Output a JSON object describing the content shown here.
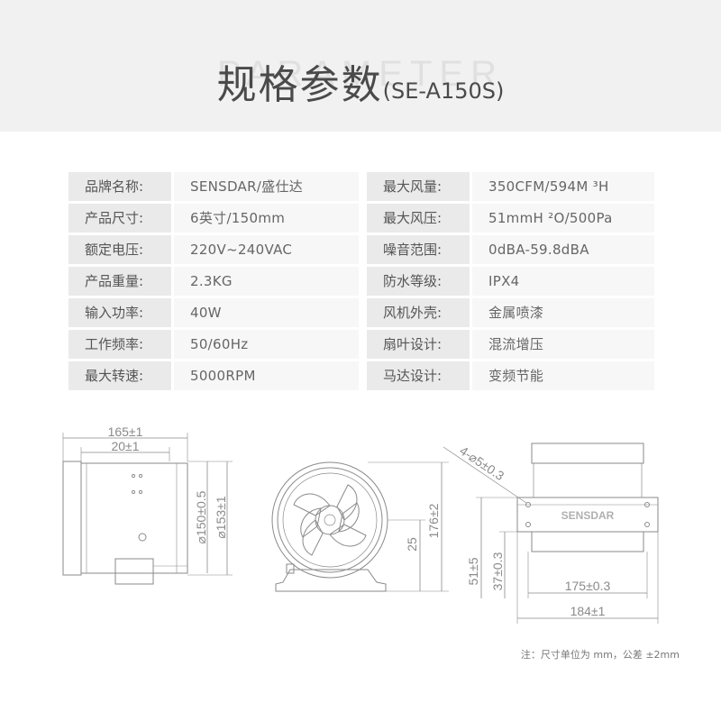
{
  "header": {
    "title": "规格参数",
    "model": "(SE-A150S)",
    "watermark": "PARAMETER"
  },
  "specs": [
    {
      "left_label": "品牌名称:",
      "left_value": "SENSDAR/盛仕达",
      "right_label": "最大风量:",
      "right_value": "350CFM/594M ³H"
    },
    {
      "left_label": "产品尺寸:",
      "left_value": "6英寸/150mm",
      "right_label": "最大风压:",
      "right_value": "51mmH ²O/500Pa"
    },
    {
      "left_label": "额定电压:",
      "left_value": "220V~240VAC",
      "right_label": "噪音范围:",
      "right_value": "0dBA-59.8dBA"
    },
    {
      "left_label": "产品重量:",
      "left_value": "2.3KG",
      "right_label": "防水等级:",
      "right_value": "IPX4"
    },
    {
      "left_label": "输入功率:",
      "left_value": "40W",
      "right_label": "风机外壳:",
      "right_value": "金属喷漆"
    },
    {
      "left_label": "工作频率:",
      "left_value": "50/60Hz",
      "right_label": "扇叶设计:",
      "right_value": "混流增压"
    },
    {
      "left_label": "最大转速:",
      "left_value": "5000RPM",
      "right_label": "马达设计:",
      "right_value": "变频节能"
    }
  ],
  "dimensions": {
    "length_total": "165±1",
    "flange": "20±1",
    "dia_inner": "⌀150±0.5",
    "dia_outer": "⌀153±1",
    "base_offset": "25",
    "height_total": "176±2",
    "holes": "4-⌀5±0.3",
    "base_height": "51±5",
    "base_thickness": "37±0.3",
    "base_hole_spacing": "175±0.3",
    "base_length": "184±1",
    "brand_mark": "SENSDAR"
  },
  "note": "注：尺寸单位为 mm，公差 ±2mm"
}
